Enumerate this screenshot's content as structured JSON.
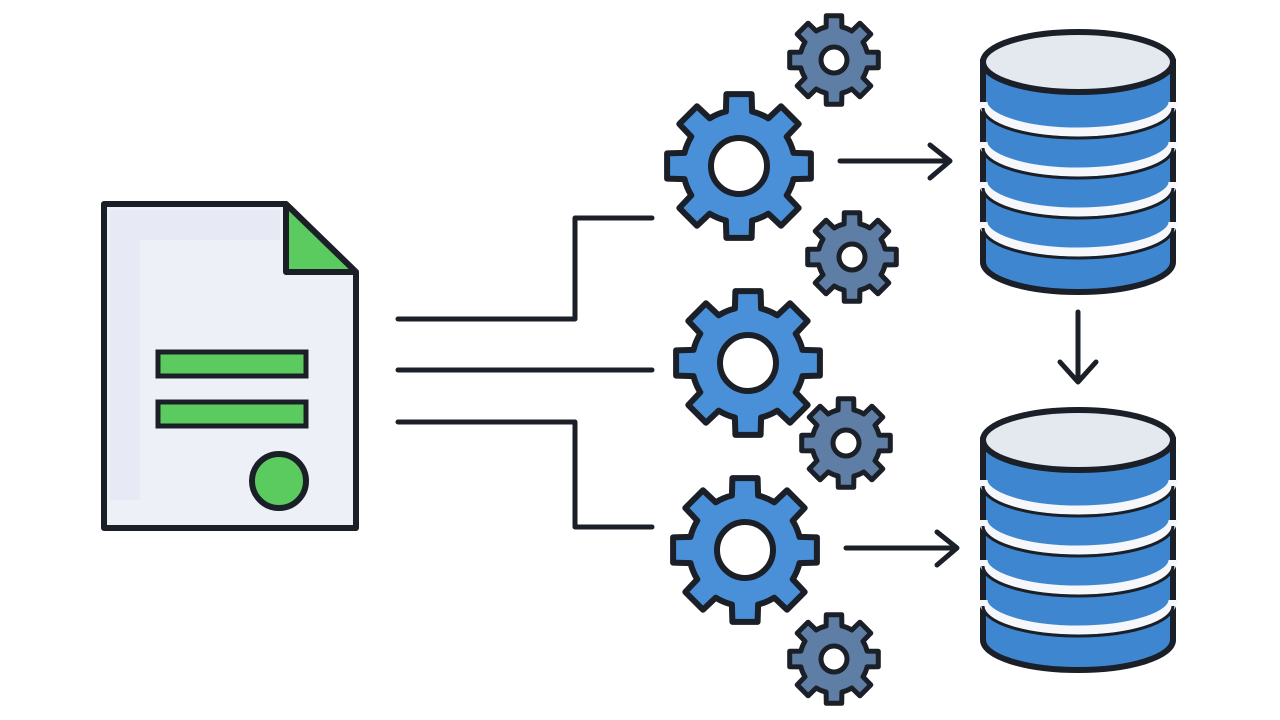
{
  "colors": {
    "outline": "#1b1f27",
    "document_fill": "#eef0f8",
    "document_shade": "#dfe3ef",
    "accent_green": "#5ccb5f",
    "gear_blue": "#4a90d9",
    "gear_small": "#5f7ea6",
    "db_blue": "#3f86d1",
    "db_top": "#e4e8ef",
    "db_stripe": "#f5f7fb",
    "background": "#ffffff"
  },
  "icons": {
    "source": "document-icon",
    "process": "gear-icon",
    "storage": "database-icon",
    "flow": "arrow-icon"
  },
  "diagram": {
    "source_document": {
      "lines": 2,
      "has_seal": true
    },
    "branches": 3,
    "large_gears": 3,
    "small_gears": 4,
    "databases": 2
  }
}
